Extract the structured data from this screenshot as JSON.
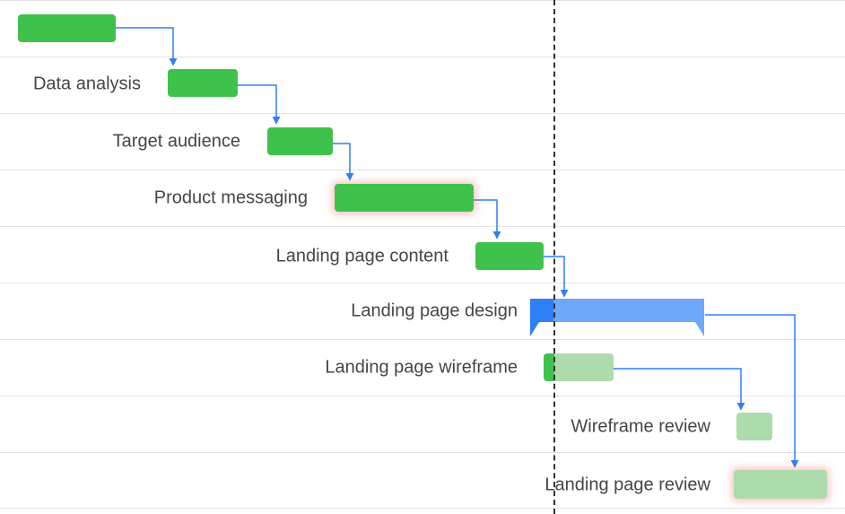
{
  "colors": {
    "done": "#3fc24b",
    "pending": "#acdbac",
    "summary_done": "#2f7ff7",
    "summary_pending": "#6fa8fb",
    "link": "#2f7ff7",
    "row_line": "#e3e3e3",
    "critical_glow": "#ff5a5a"
  },
  "tasks": [
    {
      "id": "t0",
      "label": "",
      "style": "done",
      "critical": false
    },
    {
      "id": "t1",
      "label": "Data analysis",
      "style": "done",
      "critical": false
    },
    {
      "id": "t2",
      "label": "Target audience",
      "style": "done",
      "critical": false
    },
    {
      "id": "t3",
      "label": "Product messaging",
      "style": "done",
      "critical": true
    },
    {
      "id": "t4",
      "label": "Landing page content",
      "style": "done",
      "critical": false
    },
    {
      "id": "t5",
      "label": "Landing page design",
      "style": "summary",
      "critical": false
    },
    {
      "id": "t6",
      "label": "Landing page wireframe",
      "style": "partial",
      "critical": false
    },
    {
      "id": "t7",
      "label": "Wireframe review",
      "style": "pending",
      "critical": false
    },
    {
      "id": "t8",
      "label": "Landing page review",
      "style": "pending",
      "critical": true
    }
  ],
  "links": [
    {
      "from": "t0",
      "to": "t1"
    },
    {
      "from": "t1",
      "to": "t2"
    },
    {
      "from": "t2",
      "to": "t3"
    },
    {
      "from": "t3",
      "to": "t4"
    },
    {
      "from": "t4",
      "to": "t5"
    },
    {
      "from": "t6",
      "to": "t7"
    },
    {
      "from": "t5",
      "to": "t8"
    }
  ]
}
